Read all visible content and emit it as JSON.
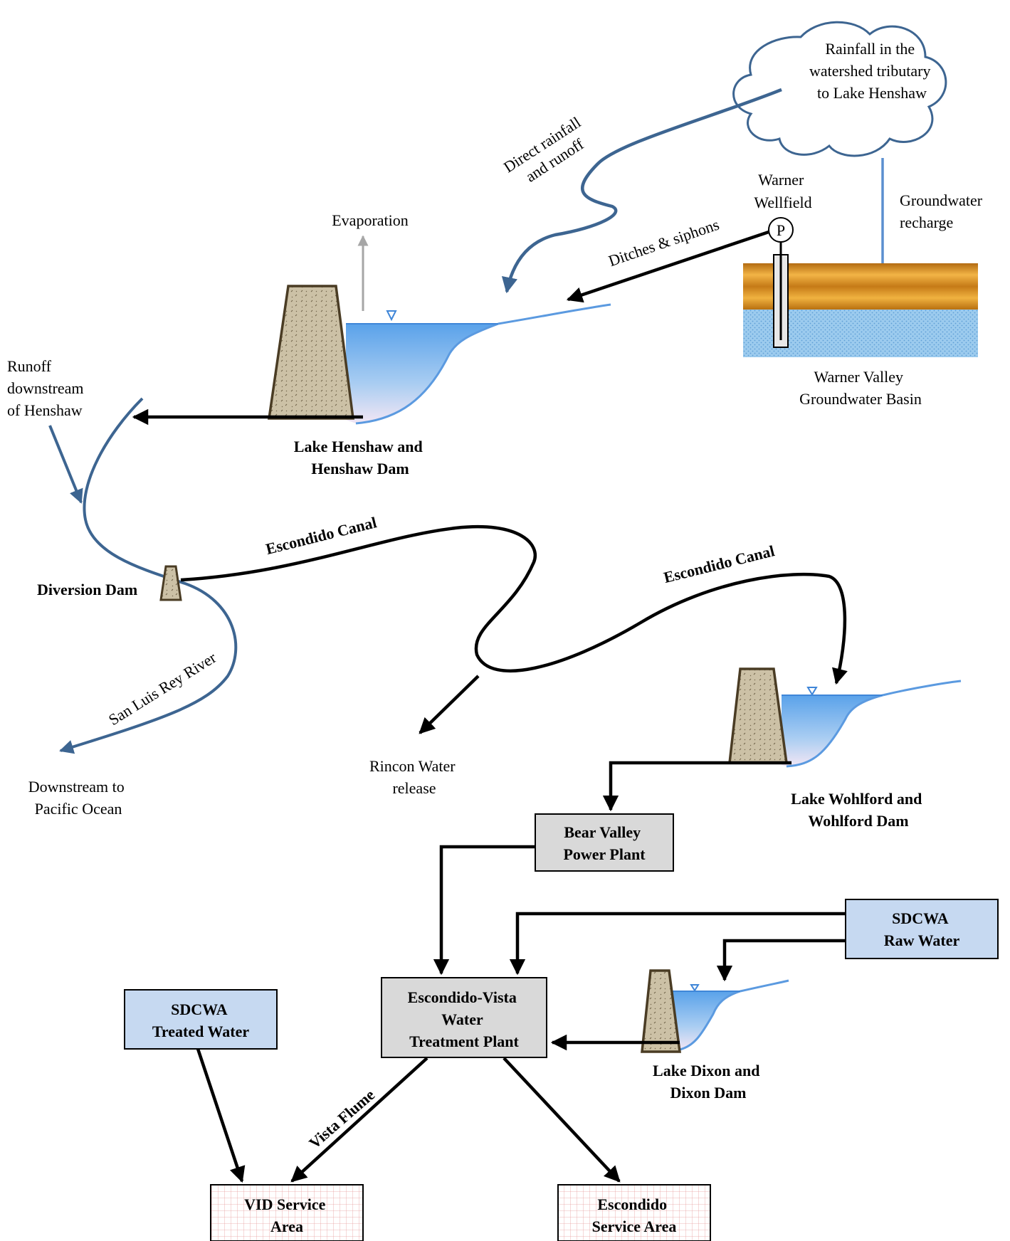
{
  "cloud": {
    "lines": [
      "Rainfall in the",
      "watershed tributary",
      "to Lake Henshaw"
    ]
  },
  "flows": {
    "direct_rainfall": [
      "Direct rainfall",
      "and runoff"
    ],
    "groundwater_recharge": [
      "Groundwater",
      "recharge"
    ],
    "ditches_siphons": "Ditches & siphons",
    "evaporation": "Evaporation",
    "runoff_downstream": [
      "Runoff",
      "downstream",
      "of Henshaw"
    ],
    "escondido_canal_1": "Escondido Canal",
    "escondido_canal_2": "Escondido Canal",
    "san_luis_rey": "San Luis Rey River",
    "downstream_pacific": [
      "Downstream to",
      "Pacific Ocean"
    ],
    "rincon_release": [
      "Rincon Water",
      "release"
    ],
    "vista_flume": "Vista Flume"
  },
  "wellfield": {
    "label": [
      "Warner",
      "Wellfield"
    ],
    "pump_symbol": "P"
  },
  "basin": {
    "label": [
      "Warner Valley",
      "Groundwater Basin"
    ]
  },
  "reservoirs": {
    "henshaw": [
      "Lake Henshaw and",
      "Henshaw Dam"
    ],
    "wohlford": [
      "Lake Wohlford and",
      "Wohlford Dam"
    ],
    "dixon": [
      "Lake Dixon and",
      "Dixon Dam"
    ]
  },
  "diversion_dam": "Diversion Dam",
  "boxes": {
    "bear_valley": [
      "Bear Valley",
      "Power Plant"
    ],
    "sdcwa_raw": [
      "SDCWA",
      "Raw Water"
    ],
    "sdcwa_treated": [
      "SDCWA",
      "Treated Water"
    ],
    "treatment_plant": [
      "Escondido-Vista",
      "Water",
      "Treatment Plant"
    ],
    "vid_service": [
      "VID Service",
      "Area"
    ],
    "escondido_service": [
      "Escondido",
      "Service Area"
    ]
  },
  "colors": {
    "river_blue": "#3d6591",
    "water_light": "#8ec2f0",
    "water_dark": "#3f86d8",
    "dam_fill": "#ccc1a6",
    "dam_stroke": "#4a3c24",
    "box_gray": "#d9d9d9",
    "box_blue": "#c6d9f1",
    "service_grid": "#e8a0a0"
  }
}
